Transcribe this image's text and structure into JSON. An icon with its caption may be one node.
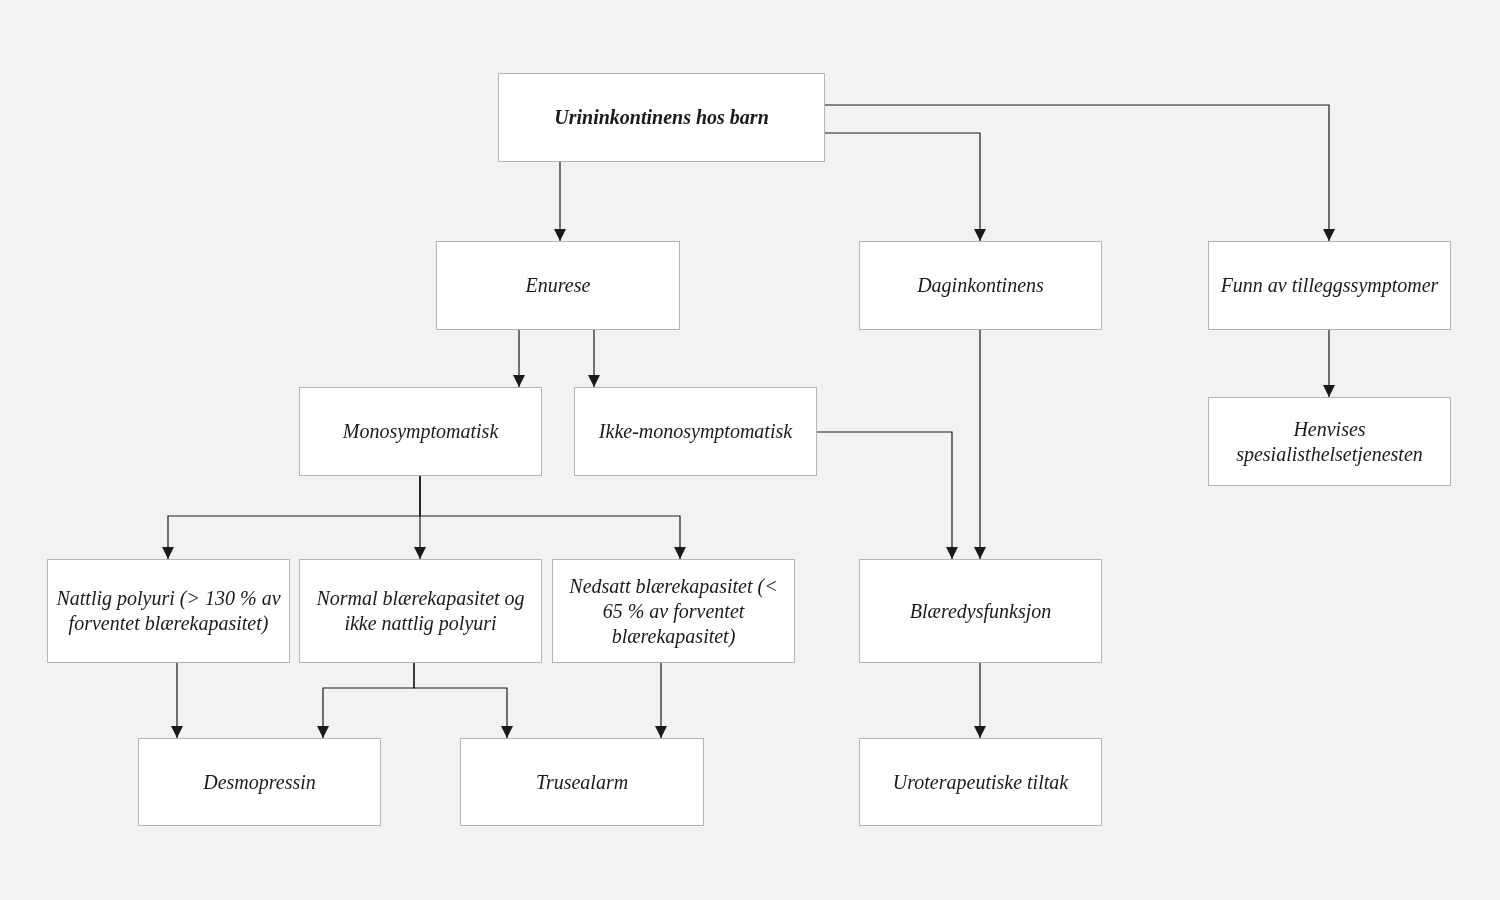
{
  "diagram": {
    "nodes": [
      {
        "text": [
          "Urininkontinens hos barn"
        ]
      },
      {
        "text": [
          "Enurese"
        ]
      },
      {
        "text": [
          "Daginkontinens"
        ]
      },
      {
        "text": [
          "Funn av tilleggssymptomer"
        ]
      },
      {
        "text": [
          "Monosymptomatisk"
        ]
      },
      {
        "text": [
          "Ikke-monosymptomatisk"
        ]
      },
      {
        "text": [
          "Henvises spesialisthelsetjenesten"
        ]
      },
      {
        "text": [
          "Nattlig polyuri (> 130 % av forventet blærekapasitet)"
        ]
      },
      {
        "text": [
          "Normal blærekapasitet og ikke nattlig polyuri"
        ]
      },
      {
        "text": [
          "Nedsatt blærekapasitet (< 65 % av forventet blærekapasitet)"
        ]
      },
      {
        "text": [
          "Blæredysfunksjon"
        ]
      },
      {
        "text": [
          "Desmopressin"
        ]
      },
      {
        "text": [
          "Trusealarm"
        ]
      },
      {
        "text": [
          "Uroterapeutiske tiltak"
        ]
      }
    ],
    "edges": [
      {
        "from": 0,
        "to": 1,
        "arrow": "to"
      },
      {
        "from": 0,
        "to": 2,
        "arrow": "to"
      },
      {
        "from": 0,
        "to": 3,
        "arrow": "to"
      },
      {
        "from": 1,
        "to": 4,
        "arrow": "to"
      },
      {
        "from": 1,
        "to": 5,
        "arrow": "to"
      },
      {
        "from": 2,
        "to": 10,
        "arrow": "to"
      },
      {
        "from": 3,
        "to": 6,
        "arrow": "to"
      },
      {
        "from": 4,
        "to": 7,
        "arrow": "to"
      },
      {
        "from": 4,
        "to": 8,
        "arrow": "to"
      },
      {
        "from": 4,
        "to": 9,
        "arrow": "to"
      },
      {
        "from": 5,
        "to": 10,
        "arrow": "to"
      },
      {
        "from": 7,
        "to": 11,
        "arrow": "to"
      },
      {
        "from": 8,
        "to": 11,
        "arrow": "to"
      },
      {
        "from": 8,
        "to": 12,
        "arrow": "to"
      },
      {
        "from": 9,
        "to": 12,
        "arrow": "to"
      },
      {
        "from": 10,
        "to": 13,
        "arrow": "to"
      }
    ]
  }
}
